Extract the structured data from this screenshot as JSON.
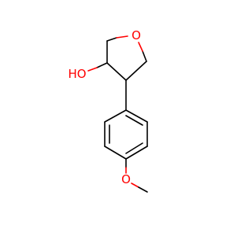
{
  "molecule": {
    "atoms": {
      "ring_oxygen": "O",
      "hydroxyl": "HO",
      "methoxy_oxygen": "O"
    },
    "colors": {
      "bond": "#000000",
      "heteroatom": "#ff0000",
      "background": "#ffffff"
    }
  }
}
